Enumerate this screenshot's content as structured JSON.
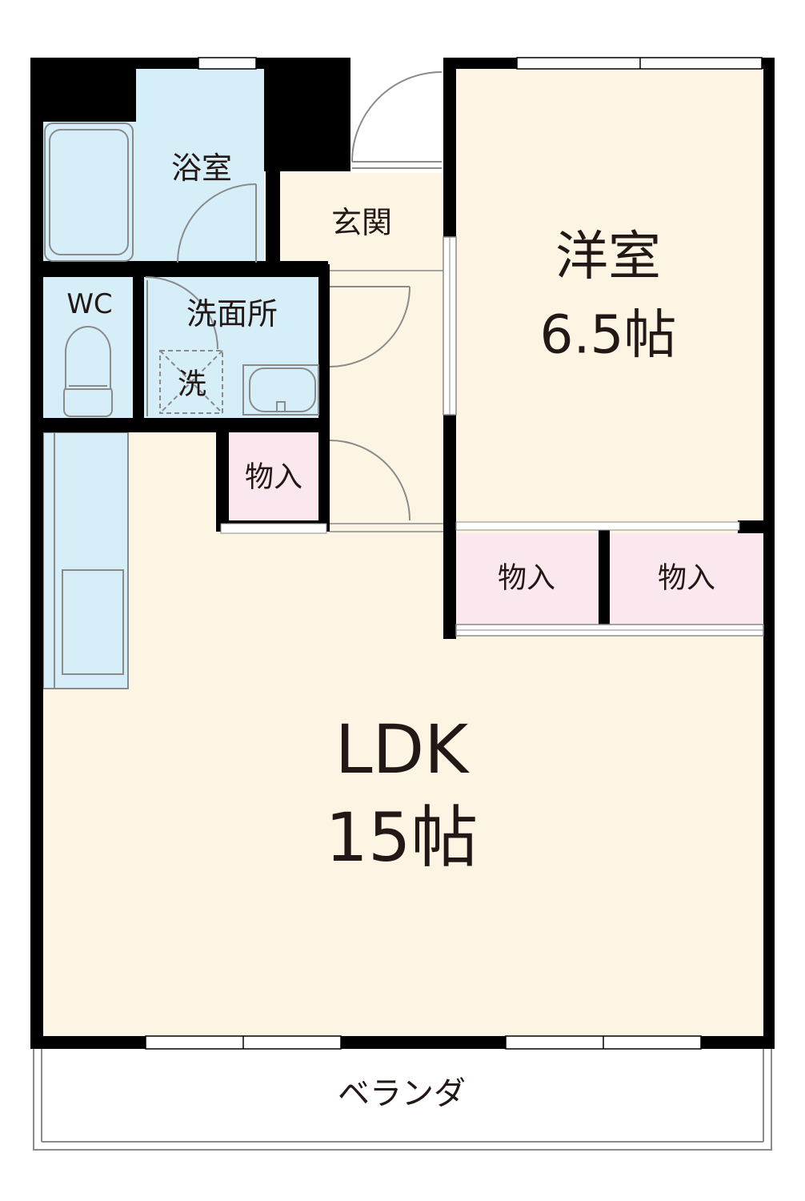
{
  "rooms": {
    "bath": "浴室",
    "genkan": "玄関",
    "western": "洋室",
    "western_size": "6.5帖",
    "wc": "WC",
    "washroom": "洗面所",
    "washer": "洗",
    "closet_hall": "物入",
    "closet_mid": "物入",
    "closet_right": "物入",
    "ldk": "LDK",
    "ldk_size": "15帖",
    "veranda": "ベランダ"
  },
  "colors": {
    "wet_area": "#d6eef8",
    "living": "#fdf5e3",
    "storage": "#fbe8ee",
    "wall": "#000000"
  }
}
